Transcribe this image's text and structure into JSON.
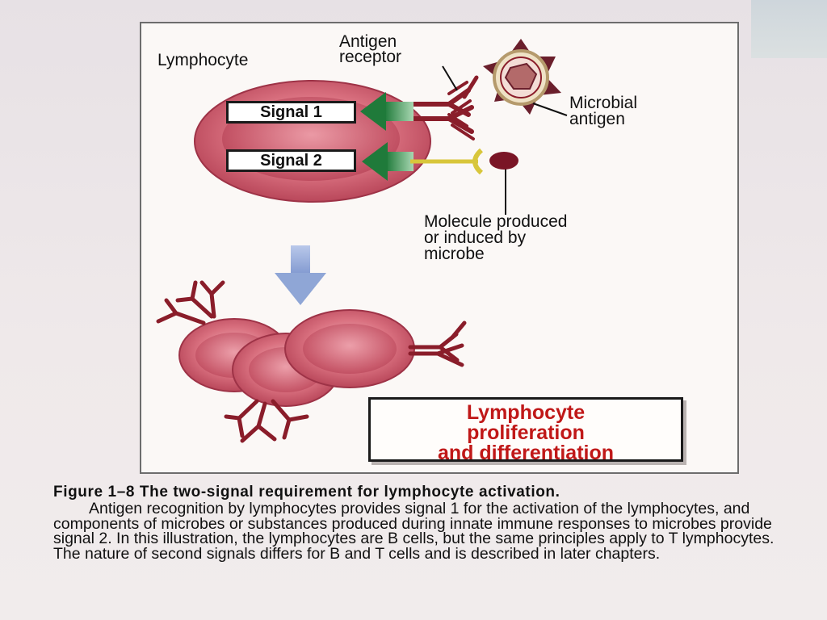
{
  "labels": {
    "lymphocyte": "Lymphocyte",
    "antigen_receptor": "Antigen\nreceptor",
    "microbial_antigen": "Microbial\nantigen",
    "signal1": "Signal 1",
    "signal2": "Signal 2",
    "molecule": "Molecule produced\nor induced by\nmicrobe",
    "result": "Lymphocyte\nproliferation\nand differentiation"
  },
  "caption": {
    "title": "Figure 1–8  The two-signal requirement for lymphocyte activation.",
    "body": "Antigen recognition by lymphocytes provides signal 1 for the activation of the lymphocytes, and components of microbes or substances produced during innate immune responses to microbes provide signal 2. In this illustration, the lymphocytes are B cells, but the same principles apply to T lymphocytes. The nature of second signals differs for B and T cells and is described in later chapters."
  },
  "colors": {
    "cell": "#d9707f",
    "receptor": "#8a1d2a",
    "arrow_green": "#2f8a48",
    "down_arrow": "#8fa6d6",
    "result_text": "#c01818",
    "ligand_yellow": "#d8c63b"
  }
}
